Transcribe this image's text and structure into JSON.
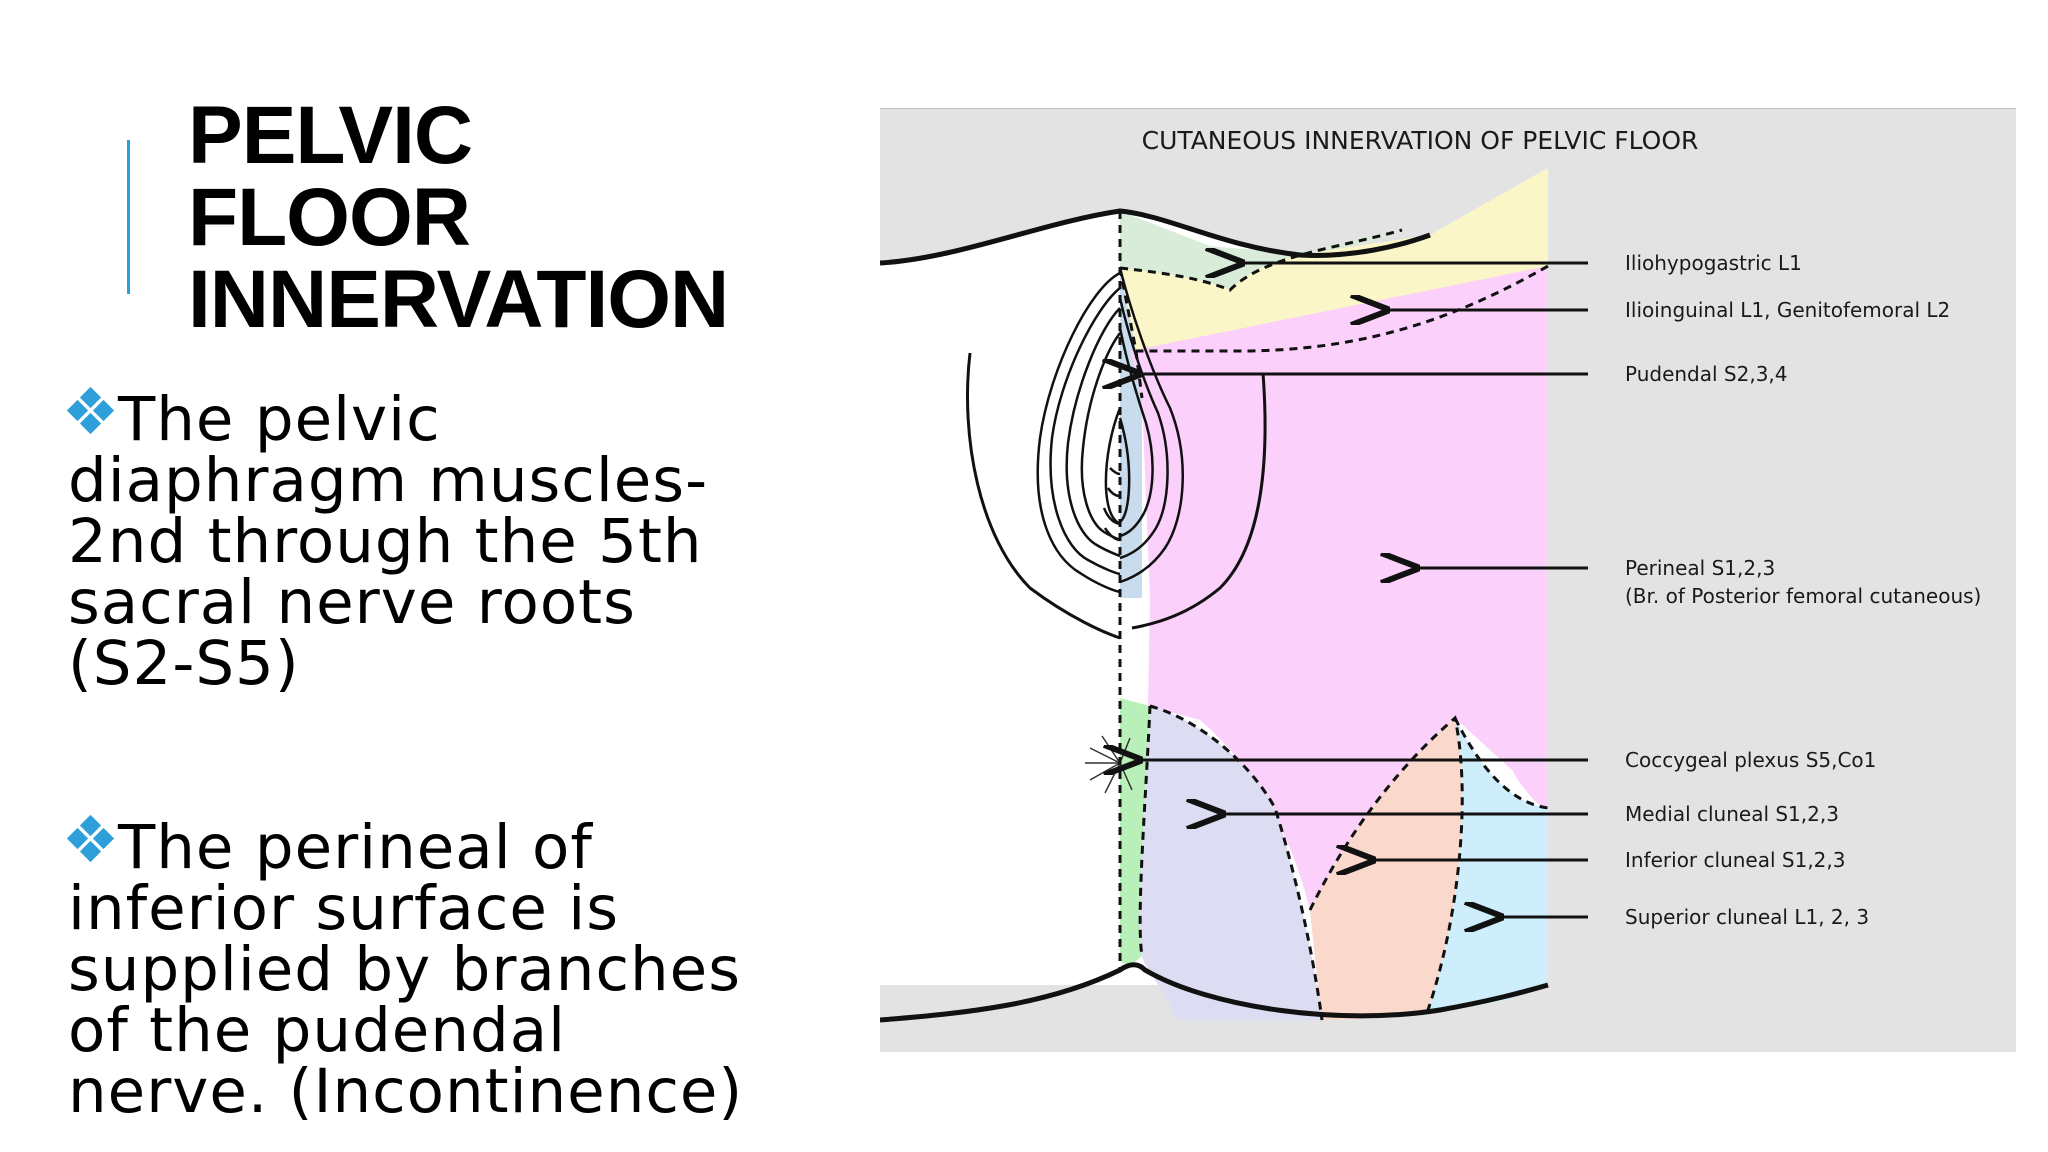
{
  "slide": {
    "title_lines": [
      "PELVIC",
      "FLOOR",
      "INNERVATION"
    ],
    "bullets": [
      [
        "The pelvic",
        "diaphragm muscles-",
        "2nd through the 5th",
        "sacral nerve roots",
        "(S2-S5)"
      ],
      [
        "The perineal of",
        "inferior surface is",
        "supplied by branches",
        "of the pudendal",
        "nerve. (Incontinence)"
      ]
    ],
    "bullet_icon": "four-diamond-icon",
    "accent_color": "#2e9fd8"
  },
  "diagram": {
    "title": "CUTANEOUS INNERVATION OF PELVIC FLOOR",
    "labels": [
      {
        "text": "Iliohypogastric  L1",
        "color": "#d9ecd9"
      },
      {
        "text": "Ilioinguinal  L1, Genitofemoral  L2",
        "color": "#fbf6c8"
      },
      {
        "text": "Pudendal  S2,3,4",
        "color": "#c9dced"
      },
      {
        "text": "Perineal S1,2,3",
        "subtext": "(Br. of Posterior femoral cutaneous)",
        "color": "#fbd0fb"
      },
      {
        "text": "Coccygeal plexus  S5,Co1",
        "color": "#b9f0b9"
      },
      {
        "text": "Medial cluneal  S1,2,3",
        "color": "#dcdcf2"
      },
      {
        "text": "Inferior cluneal  S1,2,3",
        "color": "#fad8cc"
      },
      {
        "text": "Superior cluneal  L1, 2, 3",
        "color": "#cdeefa"
      }
    ]
  }
}
